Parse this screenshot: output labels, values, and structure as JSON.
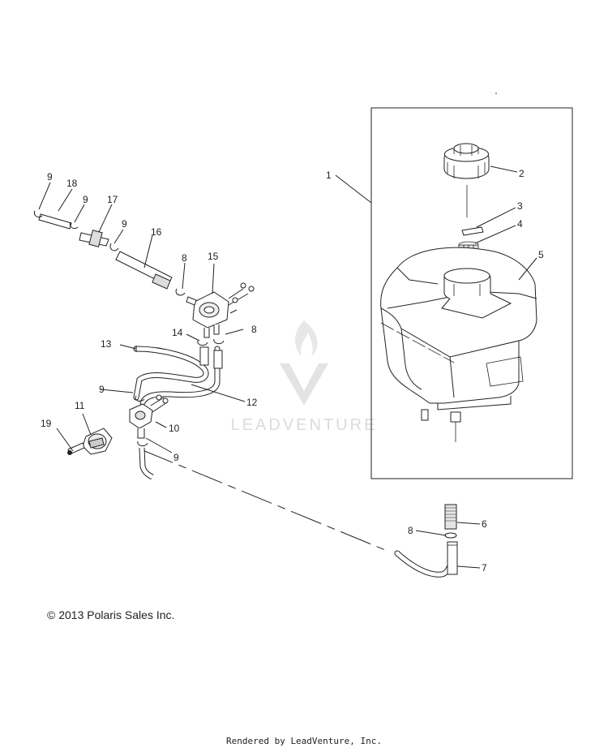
{
  "watermark": {
    "text": "LEADVENTURE"
  },
  "copyright": "© 2013 Polaris Sales Inc.",
  "footer": "Rendered by LeadVenture, Inc.",
  "callouts": [
    {
      "id": "c1",
      "text": "1"
    },
    {
      "id": "c2",
      "text": "2"
    },
    {
      "id": "c3",
      "text": "3"
    },
    {
      "id": "c4",
      "text": "4"
    },
    {
      "id": "c5",
      "text": "5"
    },
    {
      "id": "c6",
      "text": "6"
    },
    {
      "id": "c7",
      "text": "7"
    },
    {
      "id": "c8a",
      "text": "8"
    },
    {
      "id": "c8b",
      "text": "8"
    },
    {
      "id": "c8c",
      "text": "8"
    },
    {
      "id": "c9a",
      "text": "9"
    },
    {
      "id": "c9b",
      "text": "9"
    },
    {
      "id": "c9c",
      "text": "9"
    },
    {
      "id": "c9d",
      "text": "9"
    },
    {
      "id": "c9e",
      "text": "9"
    },
    {
      "id": "c10",
      "text": "10"
    },
    {
      "id": "c11",
      "text": "11"
    },
    {
      "id": "c12",
      "text": "12"
    },
    {
      "id": "c13",
      "text": "13"
    },
    {
      "id": "c14",
      "text": "14"
    },
    {
      "id": "c15",
      "text": "15"
    },
    {
      "id": "c16",
      "text": "16"
    },
    {
      "id": "c17",
      "text": "17"
    },
    {
      "id": "c18",
      "text": "18"
    },
    {
      "id": "c19",
      "text": "19"
    }
  ]
}
